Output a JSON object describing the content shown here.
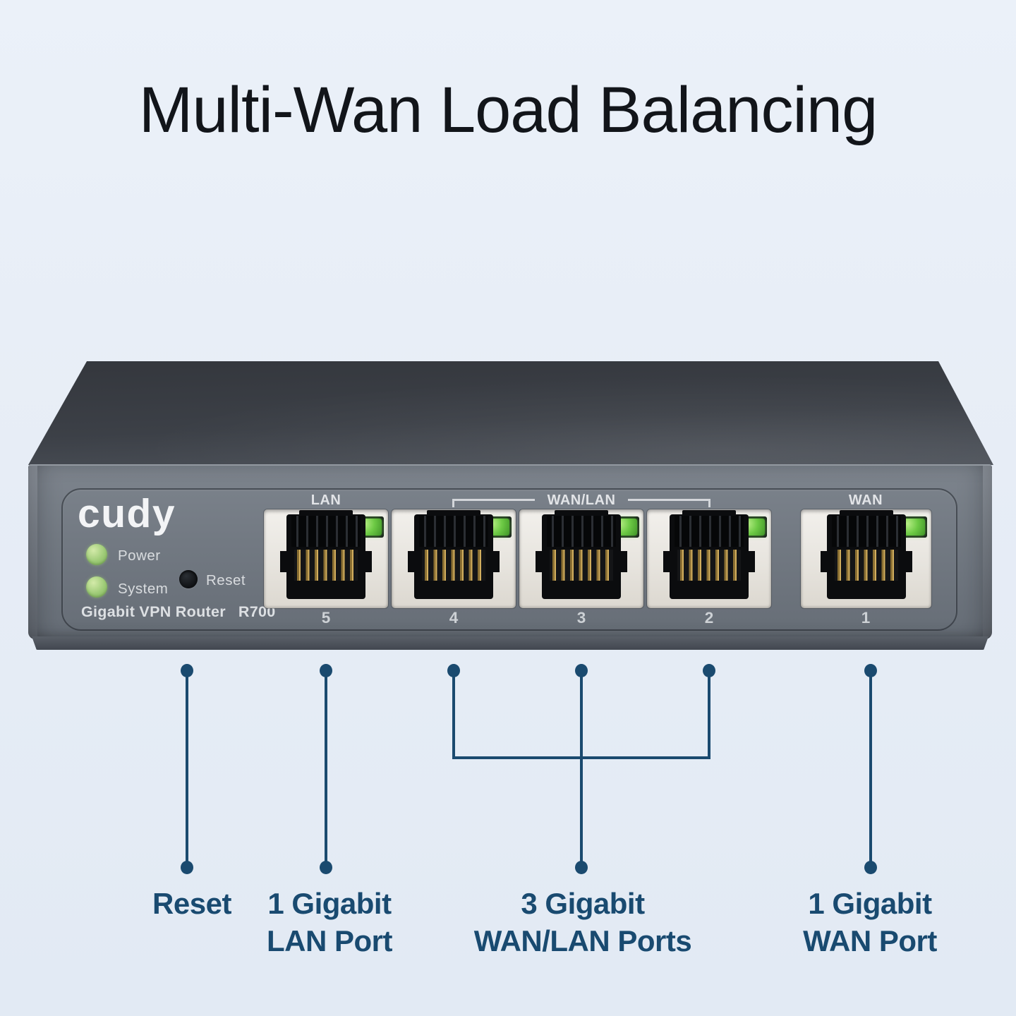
{
  "title": "Multi-Wan Load Balancing",
  "device": {
    "brand": "cudy",
    "product_name": "Gigabit VPN Router",
    "model": "R700",
    "led_power_label": "Power",
    "led_system_label": "System",
    "reset_label": "Reset",
    "group_labels": {
      "lan": "LAN",
      "wanlan": "WAN/LAN",
      "wan": "WAN"
    },
    "ports": [
      {
        "number": "5",
        "group": "LAN"
      },
      {
        "number": "4",
        "group": "WAN/LAN"
      },
      {
        "number": "3",
        "group": "WAN/LAN"
      },
      {
        "number": "2",
        "group": "WAN/LAN"
      },
      {
        "number": "1",
        "group": "WAN"
      }
    ]
  },
  "callouts": {
    "reset": {
      "line1": "Reset",
      "line2": ""
    },
    "lan": {
      "line1": "1 Gigabit",
      "line2": "LAN Port"
    },
    "wanlan": {
      "line1": "3 Gigabit",
      "line2": "WAN/LAN Ports"
    },
    "wan": {
      "line1": "1 Gigabit",
      "line2": "WAN Port"
    }
  },
  "colors": {
    "background": "#e7edf6",
    "title_text": "#12151a",
    "accent_navy": "#1a4a6f",
    "device_top": "#3c4047",
    "device_front": "#737a83",
    "port_faceplate": "#e9e6e0",
    "led_green": "#6cc944",
    "status_led_green": "#9ecb77",
    "device_text": "#dde0e3"
  }
}
